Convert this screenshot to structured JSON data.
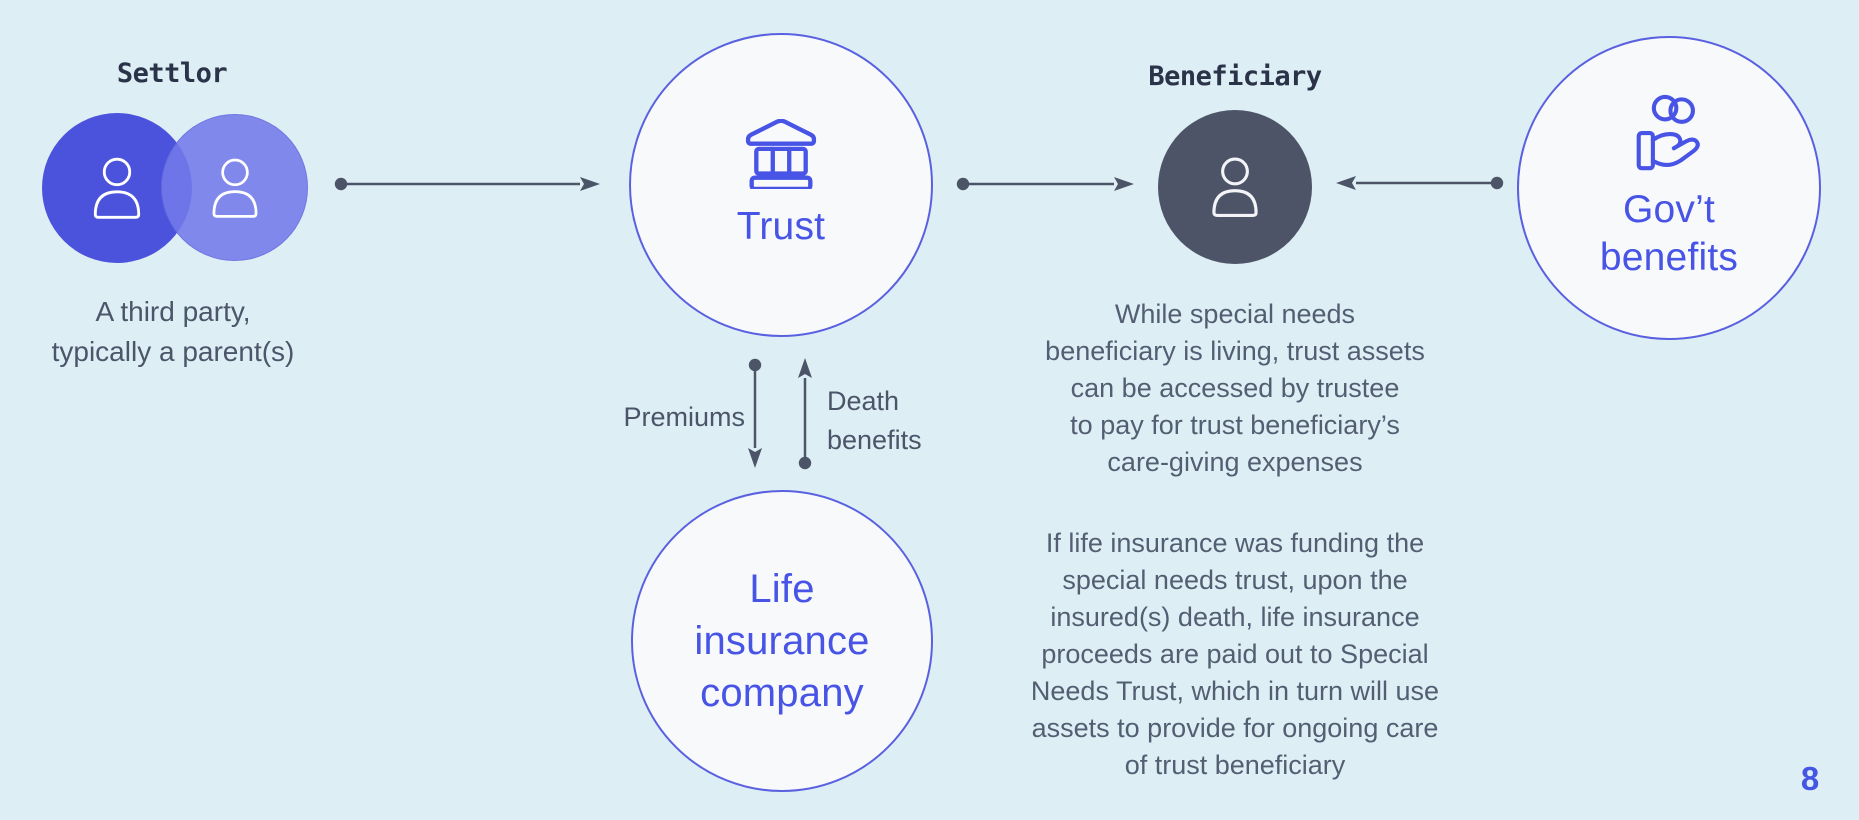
{
  "colors": {
    "background": "#deeef5",
    "accent_blue": "#4754e6",
    "circle_fill": "#f8f9fb",
    "circle_border": "#5a61e0",
    "settlor_circle_dark": "#4b53dd",
    "settlor_circle_light": "#737ae9",
    "beneficiary_circle": "#4d5468",
    "arrow": "#4c5467",
    "heading_dark": "#2b3349",
    "body_text": "#545e72"
  },
  "settlor": {
    "label": "Settlor",
    "caption": "A third party,\ntypically a parent(s)"
  },
  "trust": {
    "label": "Trust"
  },
  "life_insurance": {
    "label": "Life\ninsurance\ncompany"
  },
  "flows": {
    "premiums": "Premiums",
    "death_benefits": "Death\nbenefits"
  },
  "beneficiary": {
    "label": "Beneficiary",
    "note_living": "While special needs\nbeneficiary is living, trust assets\ncan be accessed by trustee\nto pay for trust beneficiary’s\ncare-giving expenses",
    "note_death": "If life insurance was funding the\nspecial needs trust, upon the\ninsured(s) death, life insurance\nproceeds are paid out to Special\nNeeds Trust, which in turn will use\nassets to provide for ongoing care\nof trust beneficiary"
  },
  "gov_benefits": {
    "label": "Gov’t\nbenefits"
  },
  "page_number": "8"
}
